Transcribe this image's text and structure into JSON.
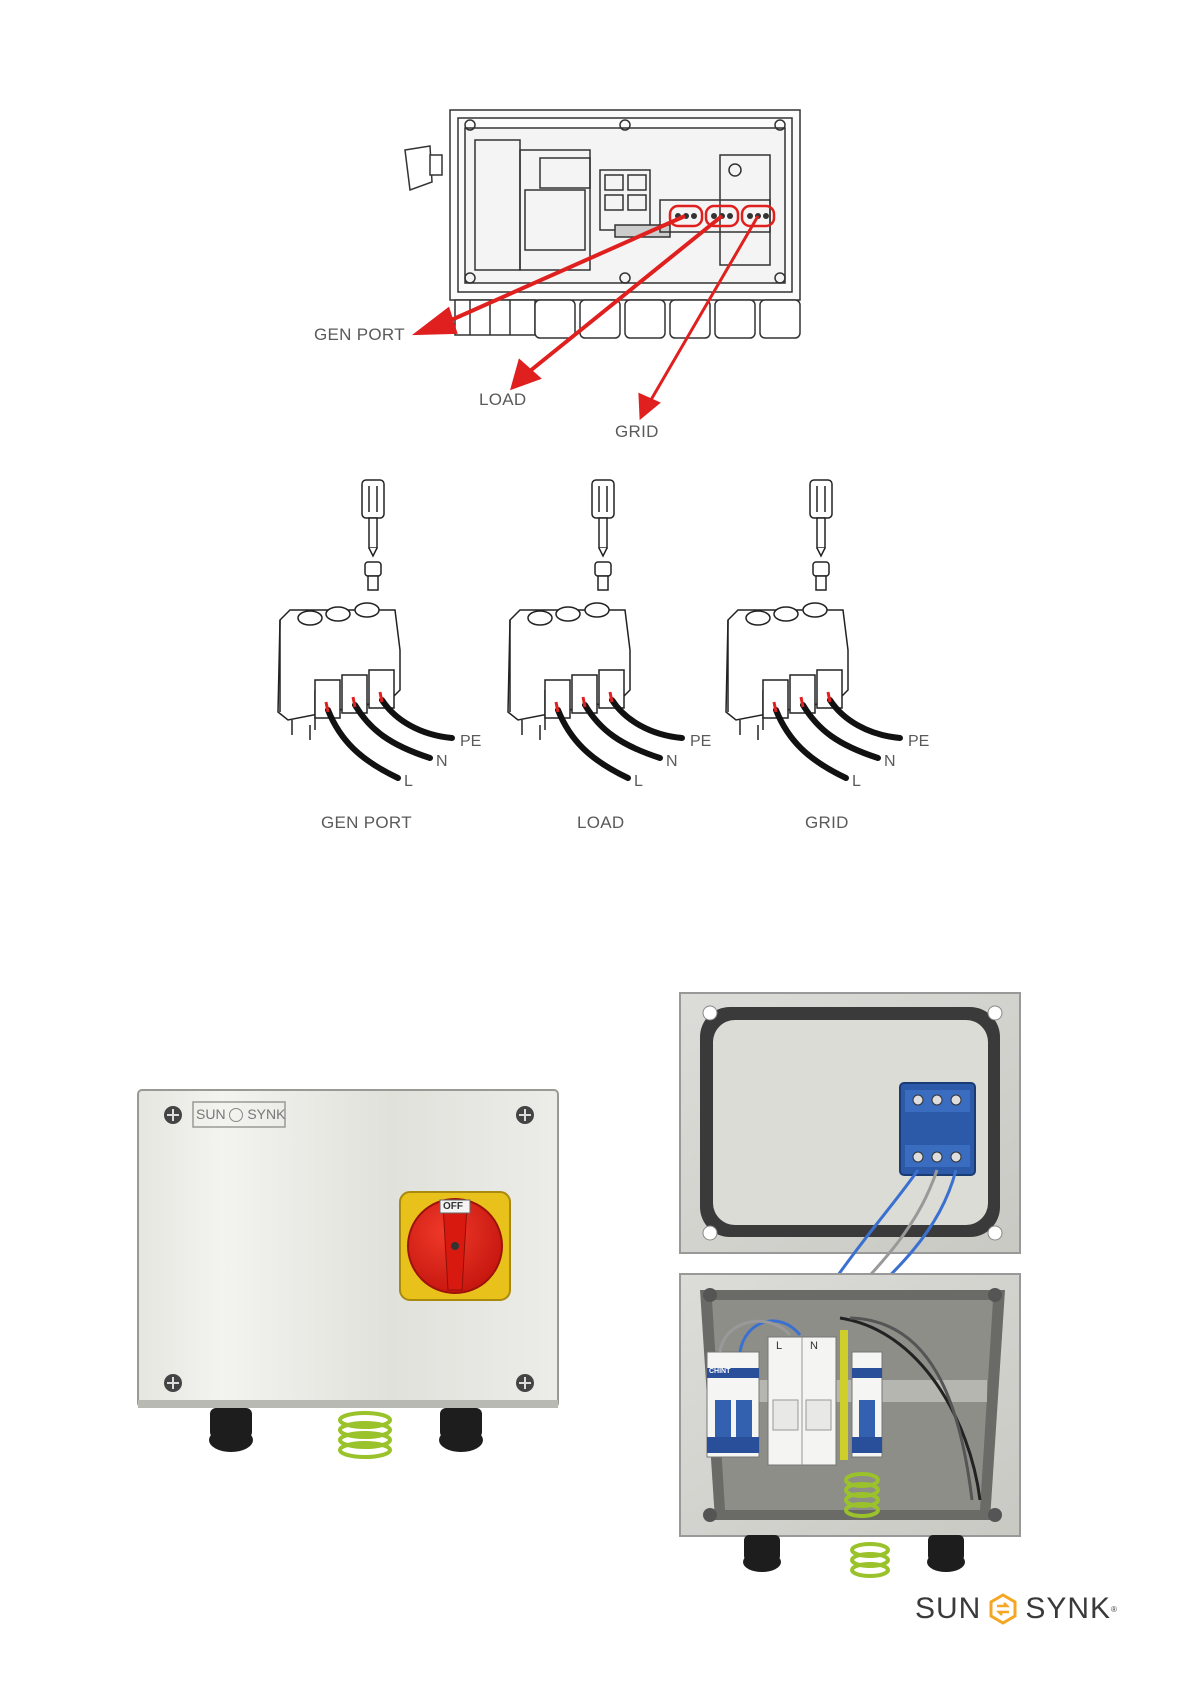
{
  "top_diagram": {
    "labels": {
      "gen_port": "GEN PORT",
      "load": "LOAD",
      "grid": "GRID"
    },
    "arrow_color": "#e0201e"
  },
  "terminals": [
    {
      "caption": "GEN PORT",
      "wire_pe": "PE",
      "wire_n": "N",
      "wire_l": "L"
    },
    {
      "caption": "LOAD",
      "wire_pe": "PE",
      "wire_n": "N",
      "wire_l": "L"
    },
    {
      "caption": "GRID",
      "wire_pe": "PE",
      "wire_n": "N",
      "wire_l": "L"
    }
  ],
  "isolator_box": {
    "brand_left": "SUN",
    "brand_right": "SYNK",
    "switch_state": "OFF"
  },
  "breaker_box": {
    "spd_l": "L",
    "spd_n": "N",
    "breaker_brand": "CHINT"
  },
  "footer_logo": {
    "left": "SUN",
    "right": "SYNK",
    "accent": "#f5a623"
  }
}
